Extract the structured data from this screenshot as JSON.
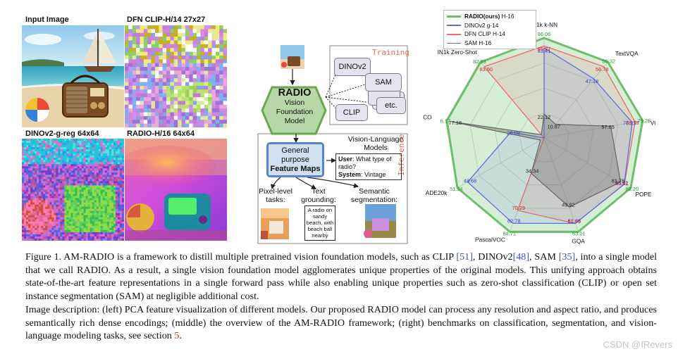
{
  "left_panel": {
    "labels": {
      "input": "Input Image",
      "dfn": "DFN CLIP-H/14 27x27",
      "dinov2": "DINOv2-g-reg 64x64",
      "radio": "RADIO-H/16 64x64"
    }
  },
  "diagram": {
    "training_label": "Training",
    "inference_label": "Inference",
    "radio_title": "RADIO",
    "radio_sub1": "Vision",
    "radio_sub2": "Foundation",
    "radio_sub3": "Model",
    "teachers": [
      "DINOv2",
      "SAM",
      "etc.",
      "CLIP"
    ],
    "feature_line1": "General",
    "feature_line2": "purpose",
    "feature_line3": "Feature Maps",
    "vlm_title1": "Vision-Language",
    "vlm_title2": "Models",
    "user_label": "User",
    "user_text": ": What type of radio?",
    "system_label": "System",
    "system_text": ": Vintage",
    "pixel_tasks1": "Pixel-level",
    "pixel_tasks2": "tasks:",
    "text_grounding1": "Text",
    "text_grounding2": "grounding:",
    "grounding_text": "A radio on sandy beach, with beach ball nearby",
    "semantic1": "Semantic",
    "semantic2": "segmentation:"
  },
  "chart_data": {
    "type": "radar",
    "legend": [
      {
        "name": "RADIO(ours) H-16",
        "color": "#6dbf6a",
        "bold": "RADIO(ours)",
        "rest": " H-16"
      },
      {
        "name": "DINOv2 g-14",
        "color": "#5b6ee1"
      },
      {
        "name": "DFN CLIP H-14",
        "color": "#ee6b6b"
      },
      {
        "name": "SAM H-16",
        "color": "#777777"
      }
    ],
    "axes": [
      "IN1k k-NN",
      "TextVQA",
      "VQAv2",
      "POPE",
      "GQA",
      "PascalVOC",
      "ADE20k",
      "COCO",
      "IN1k Zero-Shot"
    ],
    "series": [
      {
        "name": "RADIO(ours) H-16",
        "values": [
          86.06,
          56.32,
          79.28,
          86.2,
          63.01,
          84.71,
          51.34,
          76.17,
          82.93
        ],
        "labels": [
          "86.06",
          "56.32",
          "79.28",
          "86.20",
          "63.01",
          "84.71",
          "51.34",
          "6.17",
          "82.93"
        ]
      },
      {
        "name": "DINOv2 g-14",
        "values": [
          83.41,
          47.18,
          76.23,
          85.62,
          61.68,
          82.78,
          48.68,
          28.08,
          0
        ],
        "labels": [
          "83.41",
          "47.18",
          "76.23",
          "85.62",
          "61.68",
          "82.78",
          "48.68",
          "28.08",
          ""
        ]
      },
      {
        "name": "DFN CLIP H-14",
        "values": [
          85.27,
          56.78,
          78.78,
          85.91,
          61.73,
          70.29,
          0,
          0,
          83.9
        ],
        "labels": [
          "85.27",
          "56.78",
          "78.78",
          "85.91",
          "61.73",
          "70.29",
          "",
          "",
          "83.90"
        ]
      },
      {
        "name": "SAM H-16",
        "values": [
          22.12,
          10.87,
          57.65,
          81.76,
          49.92,
          34.34,
          0,
          77.18,
          0
        ],
        "labels": [
          "22.12",
          "10.87",
          "57.65",
          "81.76",
          "49.92",
          "34.34",
          "",
          "77.18",
          ""
        ]
      }
    ]
  },
  "caption": {
    "p1_a": "Figure 1. AM-RADIO is a framework to distill multiple pretrained vision foundation models, such as CLIP ",
    "cite1": "[51]",
    "p1_b": ", DINOv2",
    "cite2": "[48]",
    "p1_c": ", SAM ",
    "cite3": "[35]",
    "p1_d": ", into a single model that we call RADIO. As a result, a single vision foundation model agglomerates unique properties of the original models. This unifying approach obtains state-of-the-art feature representations in a single forward pass while also enabling unique properties such as zero-shot classification (CLIP) or open set instance segmentation (SAM) at negligible additional cost.",
    "p2_a": "Image description: (left) PCA feature visualization of different models.  Our proposed RADIO model can process any resolution and aspect ratio, and produces semantically rich dense encodings; (middle) the overview of the AM-RADIO framework; (right) benchmarks on classification, segmentation, and vision-language modeling tasks, see section ",
    "sec_ref": "5",
    "p2_b": "."
  },
  "watermark": "CSDN @IRevers"
}
